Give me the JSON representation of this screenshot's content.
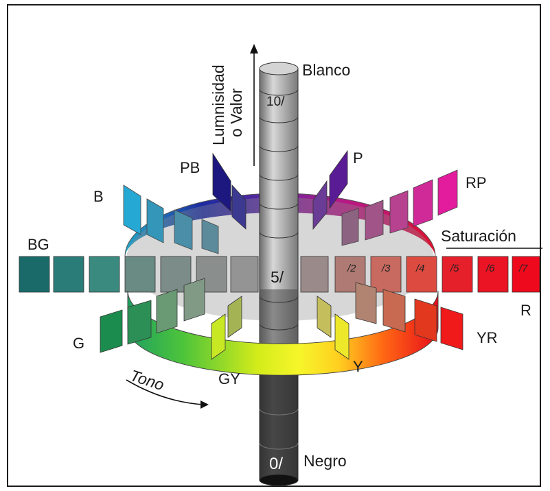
{
  "labels": {
    "axis_value_line1": "Lumnisidad",
    "axis_value_line2": "o Valor",
    "white": "Blanco",
    "black": "Negro",
    "chroma_axis": "Saturación",
    "hue_axis": "Tono"
  },
  "value_scale": {
    "top": "10/",
    "middle": "5/",
    "bottom": "0/"
  },
  "chroma_scale": [
    "/2",
    "/3",
    "/4",
    "/5",
    "/6",
    "/7"
  ],
  "hues": {
    "R": "R",
    "YR": "YR",
    "Y": "Y",
    "GY": "GY",
    "G": "G",
    "BG": "BG",
    "B": "B",
    "PB": "PB",
    "P": "P",
    "RP": "RP"
  },
  "colors": {
    "R": "#e8101e",
    "YR": "#e03412",
    "Y": "#f4f01c",
    "GY": "#9adc1c",
    "G": "#1a8a4c",
    "BG": "#1a6868",
    "B": "#2aaad0",
    "PB": "#22208a",
    "P": "#6a2a9a",
    "RP": "#c21a96"
  }
}
